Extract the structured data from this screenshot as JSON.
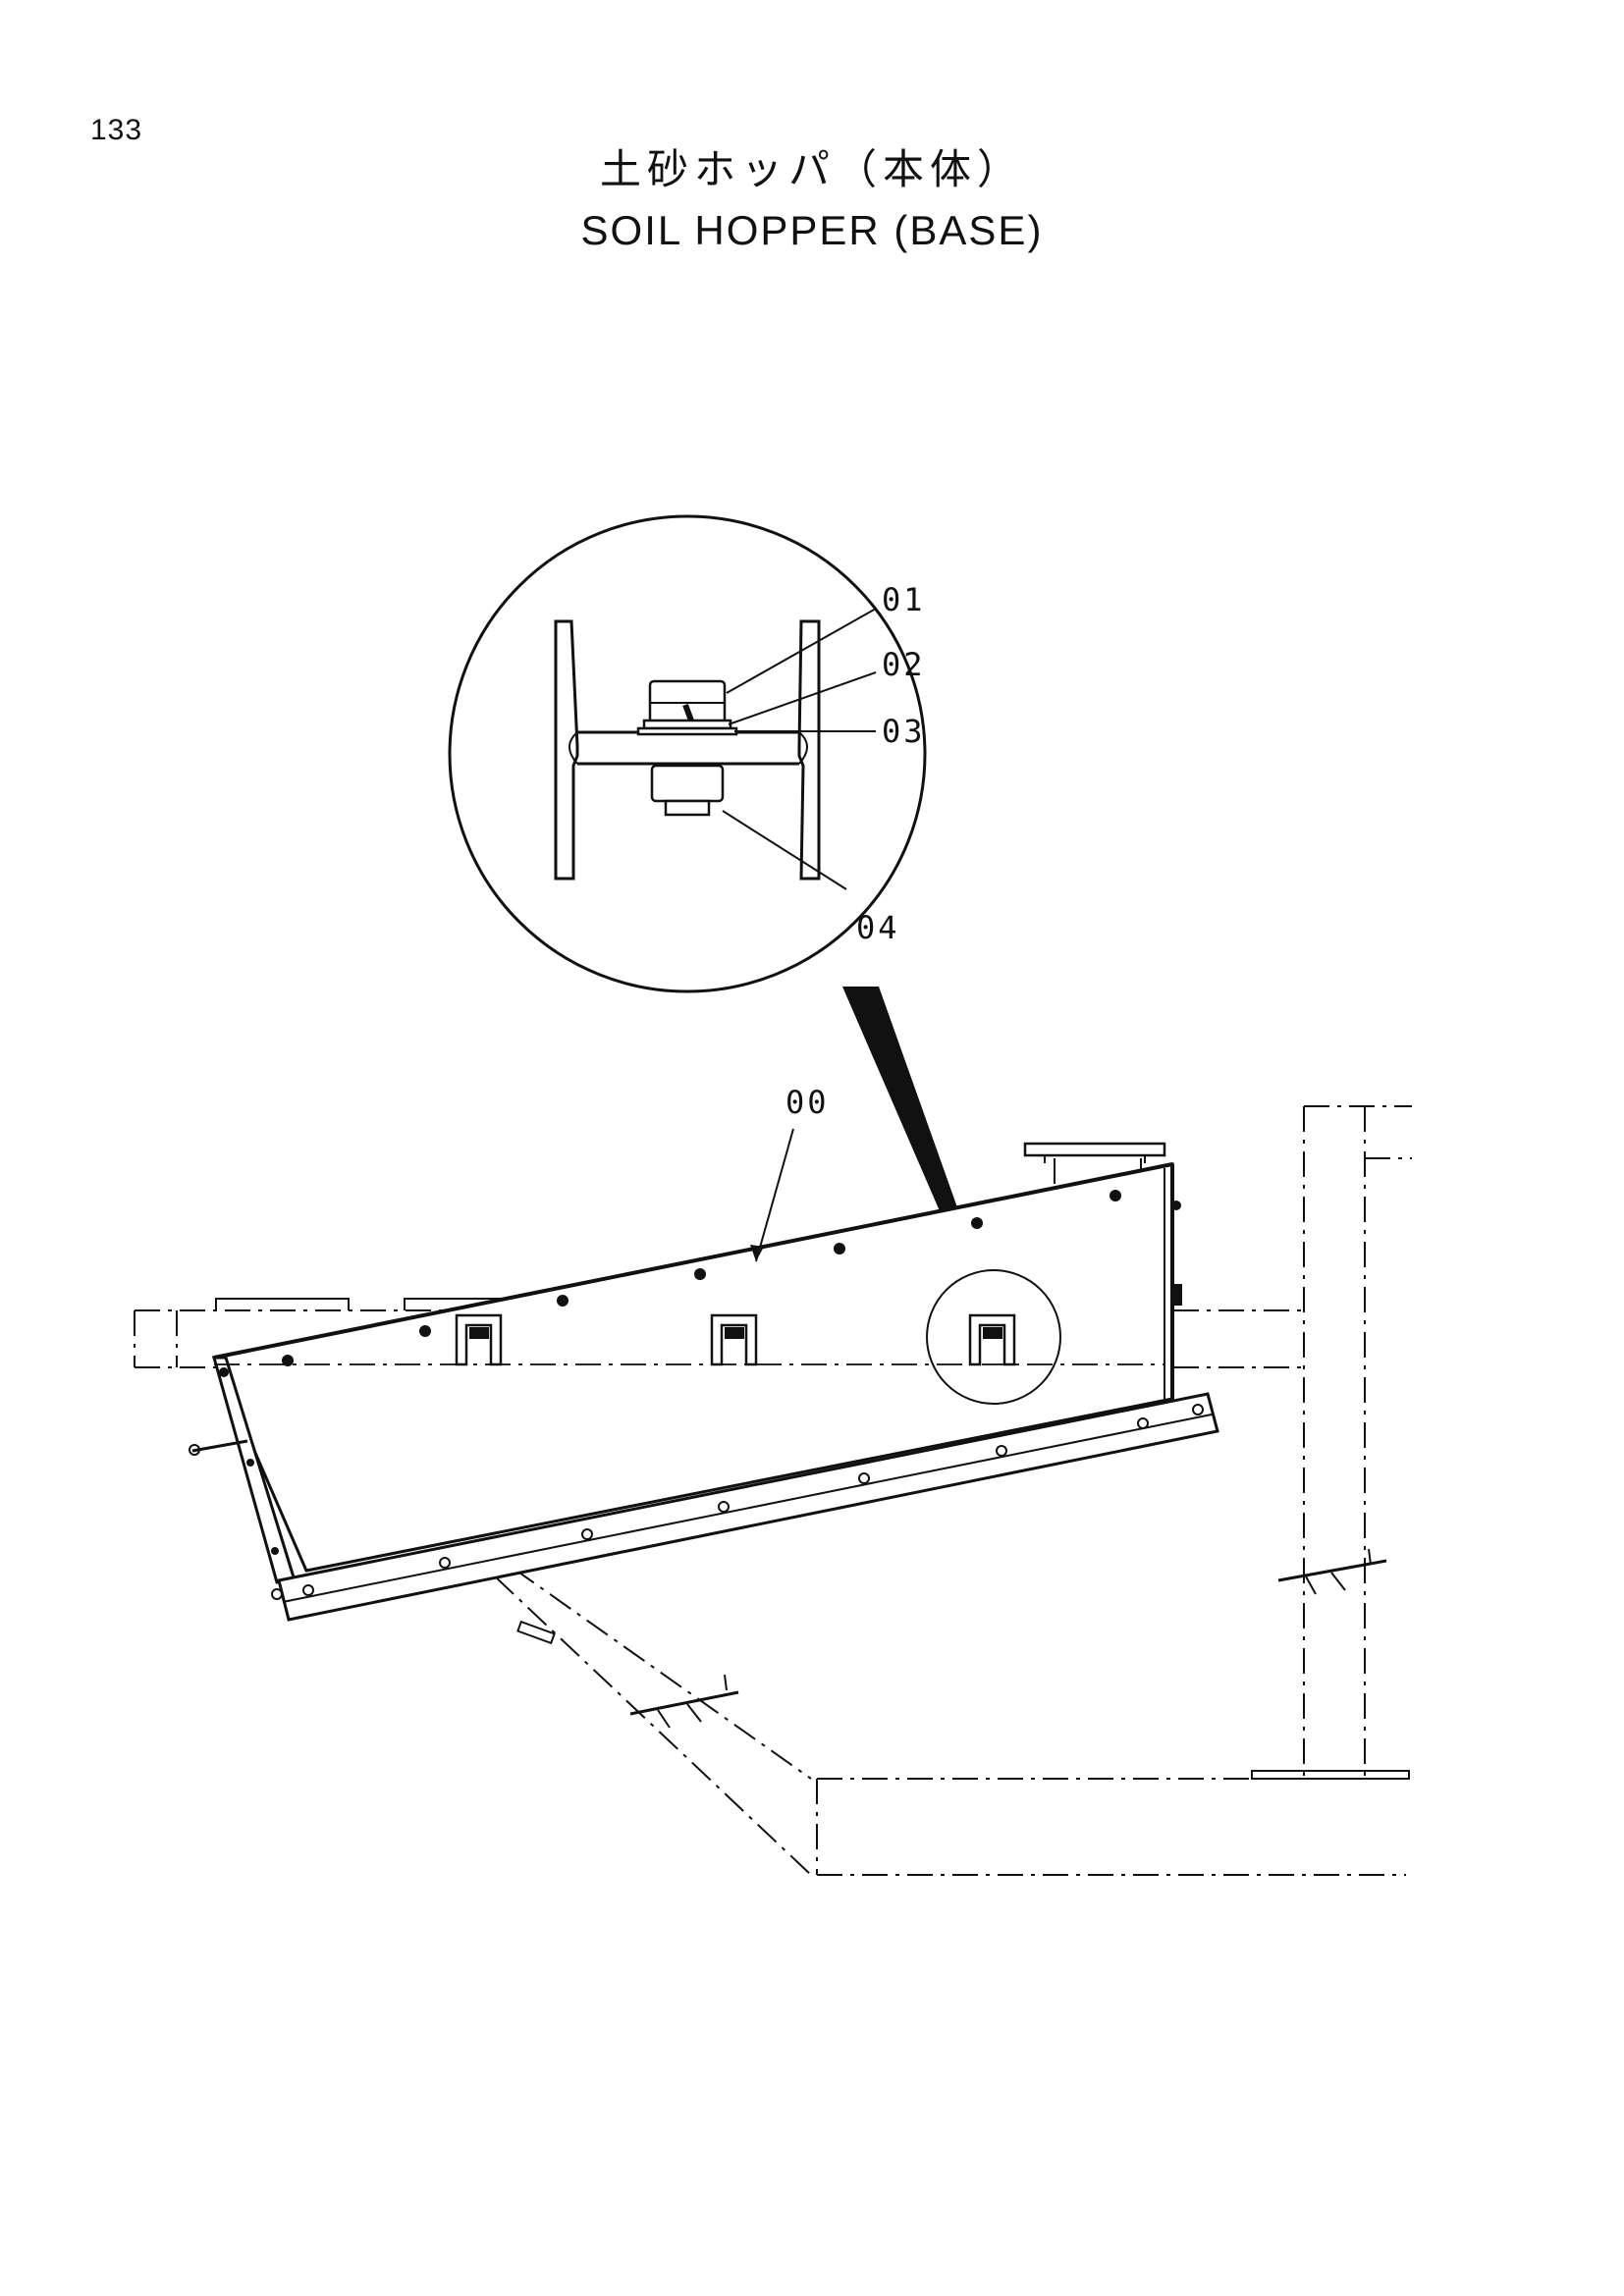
{
  "page_number": "133",
  "title_jp": "土砂ホッパ（本体）",
  "title_en": "SOIL HOPPER (BASE)",
  "callouts": {
    "c01": "01",
    "c02": "02",
    "c03": "03",
    "c04": "04",
    "c00": "00"
  }
}
